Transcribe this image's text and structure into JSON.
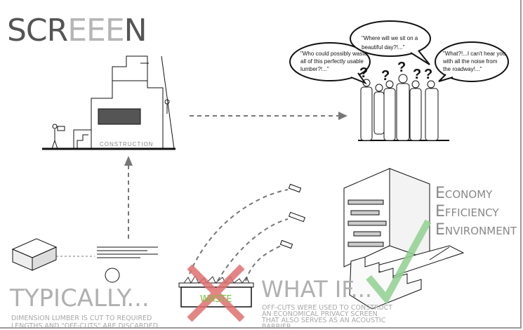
{
  "title": {
    "part1": "SCR",
    "part2": "EEE",
    "part3": "N"
  },
  "construction_label": "CONSTRUCTION",
  "bubbles": {
    "left": [
      "\"Who could possibly waste",
      "all of this perfectly usable",
      "lumber?!...\""
    ],
    "center": [
      "\"Where will we sit on a",
      "beautiful day?!...\""
    ],
    "right": [
      "\"What?!...I can't hear you",
      "with all the noise from",
      "the roadway!...\""
    ]
  },
  "question_mark": "?",
  "waste_label": "WASTE",
  "typically": {
    "heading": "TYPICALLY...",
    "lines": [
      "DIMENSION LUMBER IS CUT TO REQUIRED",
      "LENGTHS AND \"OFF-CUTS\" ARE DISCARDED"
    ]
  },
  "what_if": {
    "heading": "WHAT IF...",
    "lines": [
      "OFF-CUTS WERE USED TO CONSTRUCT",
      "AN ECONOMICAL PRIVACY SCREEN",
      "THAT ALSO SERVES AS AN ACOUSTIC",
      "BARRIER"
    ]
  },
  "benefits": [
    {
      "initial": "E",
      "rest": "CONOMY"
    },
    {
      "initial": "E",
      "rest": "FFICIENCY"
    },
    {
      "initial": "E",
      "rest": "NVIRONMENT"
    }
  ],
  "colors": {
    "title_dark": "#555555",
    "title_light": "#b5b5b5",
    "x_mark": "#e07070",
    "check": "#8fd08f",
    "waste": "#7ac142"
  }
}
